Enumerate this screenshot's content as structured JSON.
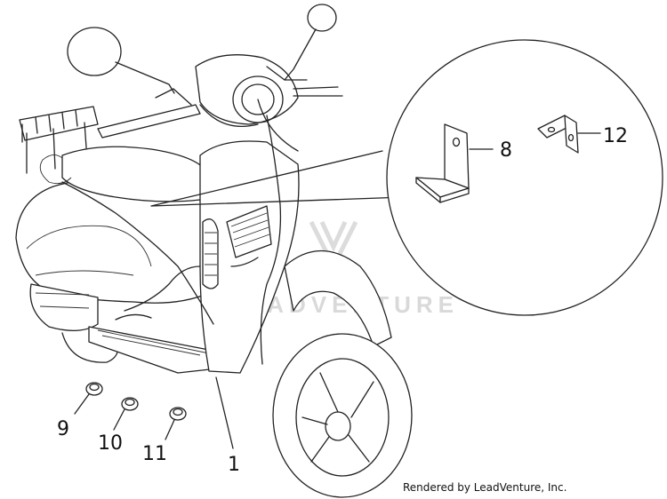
{
  "callouts": {
    "part_1": "1",
    "part_8": "8",
    "part_9": "9",
    "part_10": "10",
    "part_11": "11",
    "part_12": "12"
  },
  "watermark": "LEADVENTURE",
  "credit": "Rendered by LeadVenture, Inc."
}
